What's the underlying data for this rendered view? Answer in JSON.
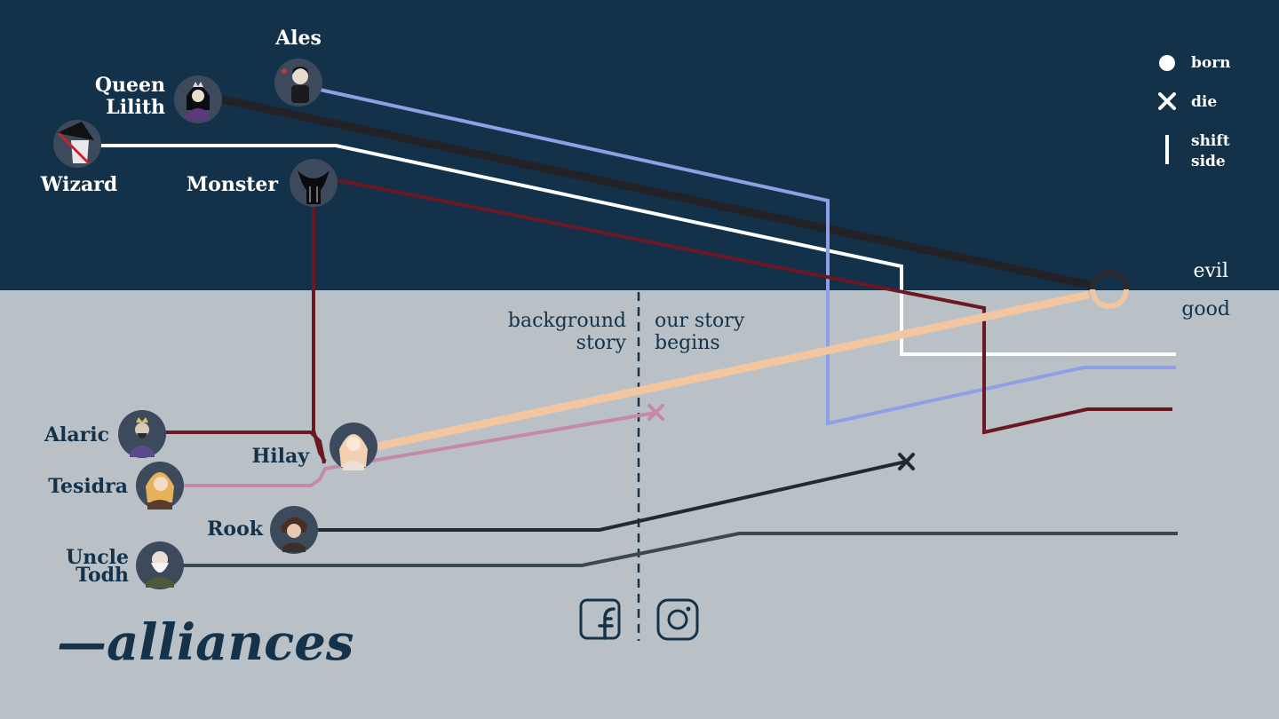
{
  "colors": {
    "top_background": "#133148",
    "bottom_background": "#b9c1c7",
    "wizard": "#ffffff",
    "queen_lilith": "#222226",
    "ales": "#8f9fe6",
    "monster": "#6b1822",
    "hilay": "#f2c6a0",
    "tesidra": "#c58aa6",
    "alaric": "#6b1822",
    "rook": "#1f2a33",
    "uncle_todh": "#3a4a4c",
    "text_dark": "#14324a",
    "text_light": "#ffffff"
  },
  "title": "—alliances",
  "sides": {
    "evil": "evil",
    "good": "good"
  },
  "story": {
    "background": [
      "background",
      "story"
    ],
    "begins": [
      "our story",
      "begins"
    ]
  },
  "legend": [
    {
      "label": "born",
      "icon": "circle-icon"
    },
    {
      "label": "die",
      "icon": "cross-icon"
    },
    {
      "label": "shift side",
      "lines": [
        "shift",
        "side"
      ],
      "icon": "vertical-bar-icon"
    }
  ],
  "characters": [
    {
      "id": "ales",
      "label_lines": [
        "Ales"
      ],
      "icon": "ales-portrait-icon",
      "side_at_start": "evil"
    },
    {
      "id": "queen-lilith",
      "label_lines": [
        "Queen",
        "Lilith"
      ],
      "icon": "queen-portrait-icon",
      "side_at_start": "evil"
    },
    {
      "id": "wizard",
      "label_lines": [
        "Wizard"
      ],
      "icon": "wizard-portrait-icon",
      "side_at_start": "evil"
    },
    {
      "id": "monster",
      "label_lines": [
        "Monster"
      ],
      "icon": "monster-portrait-icon",
      "side_at_start": "evil"
    },
    {
      "id": "alaric",
      "label_lines": [
        "Alaric"
      ],
      "icon": "alaric-portrait-icon",
      "side_at_start": "good"
    },
    {
      "id": "hilay",
      "label_lines": [
        "Hilay"
      ],
      "icon": "hilay-portrait-icon",
      "side_at_start": "good"
    },
    {
      "id": "tesidra",
      "label_lines": [
        "Tesidra"
      ],
      "icon": "tesidra-portrait-icon",
      "side_at_start": "good"
    },
    {
      "id": "rook",
      "label_lines": [
        "Rook"
      ],
      "icon": "rook-portrait-icon",
      "side_at_start": "good"
    },
    {
      "id": "uncle-todh",
      "label_lines": [
        "Uncle",
        "Todh"
      ],
      "icon": "todh-portrait-icon",
      "side_at_start": "good"
    }
  ],
  "social": [
    {
      "name": "facebook",
      "icon": "facebook-icon"
    },
    {
      "name": "instagram",
      "icon": "instagram-icon"
    }
  ]
}
